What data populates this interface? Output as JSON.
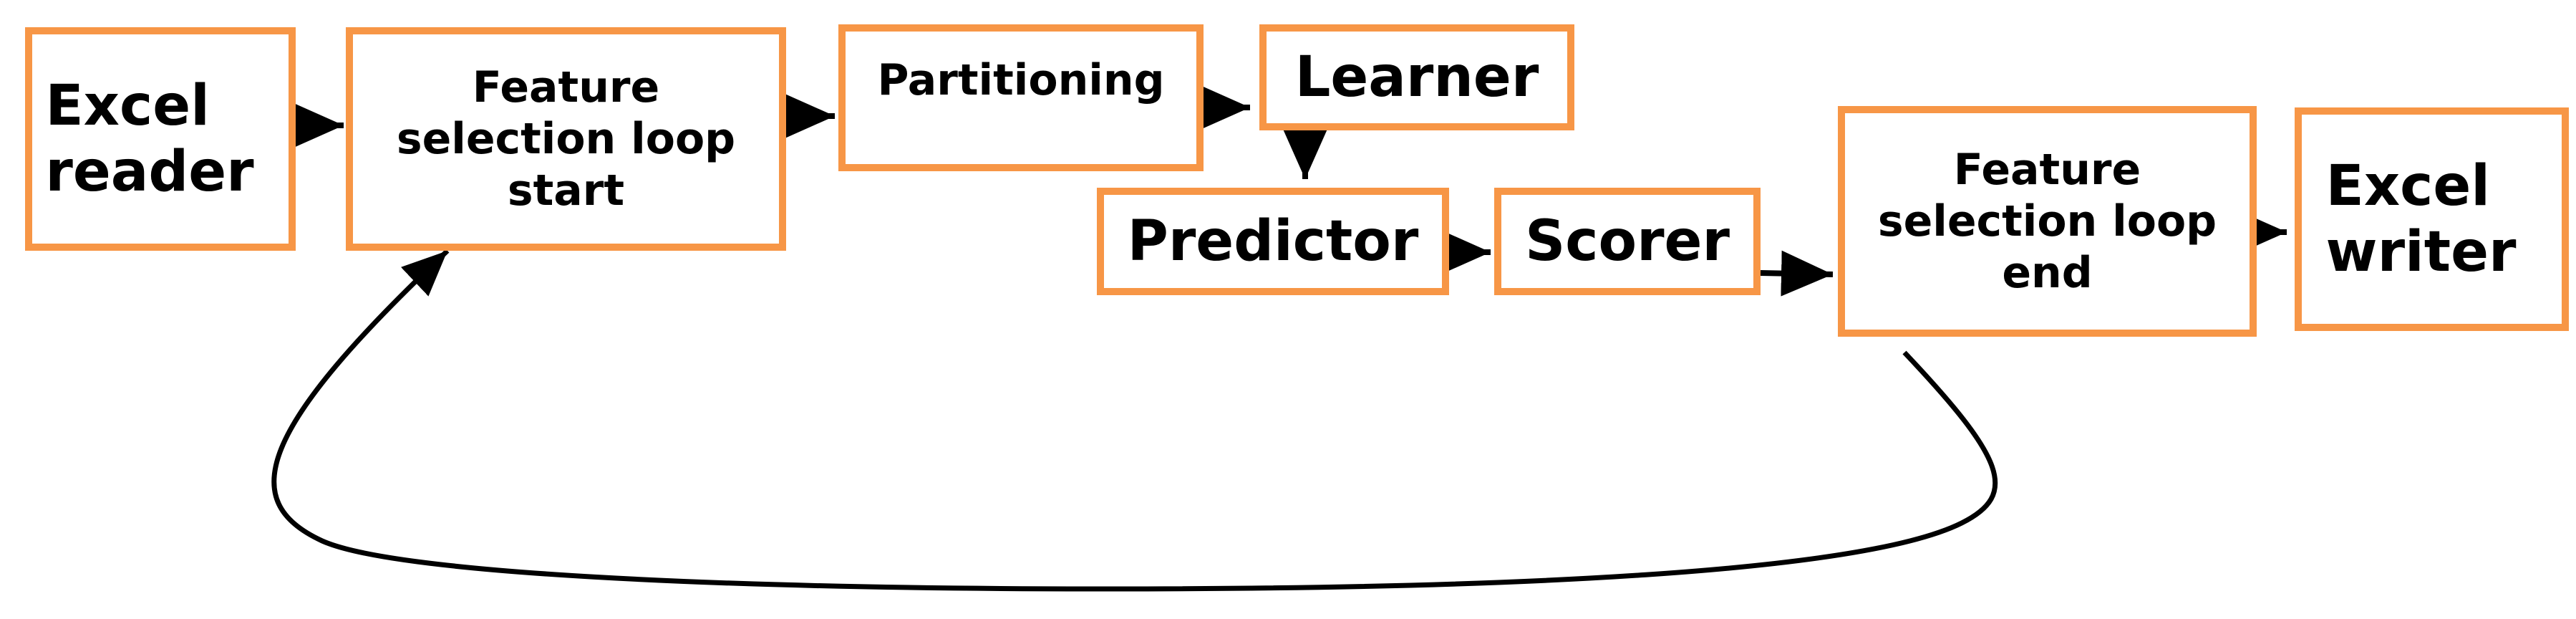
{
  "nodes": {
    "excel_reader": {
      "label": "Excel\nreader"
    },
    "fs_loop_start": {
      "label": "Feature\nselection loop\nstart"
    },
    "partitioning": {
      "label": "Partitioning"
    },
    "learner": {
      "label": "Learner"
    },
    "predictor": {
      "label": "Predictor"
    },
    "scorer": {
      "label": "Scorer"
    },
    "fs_loop_end": {
      "label": "Feature\nselection loop\nend"
    },
    "excel_writer": {
      "label": "Excel\nwriter"
    }
  },
  "colors": {
    "node_border": "#F79646",
    "edge": "#000000",
    "text": "#000000"
  }
}
